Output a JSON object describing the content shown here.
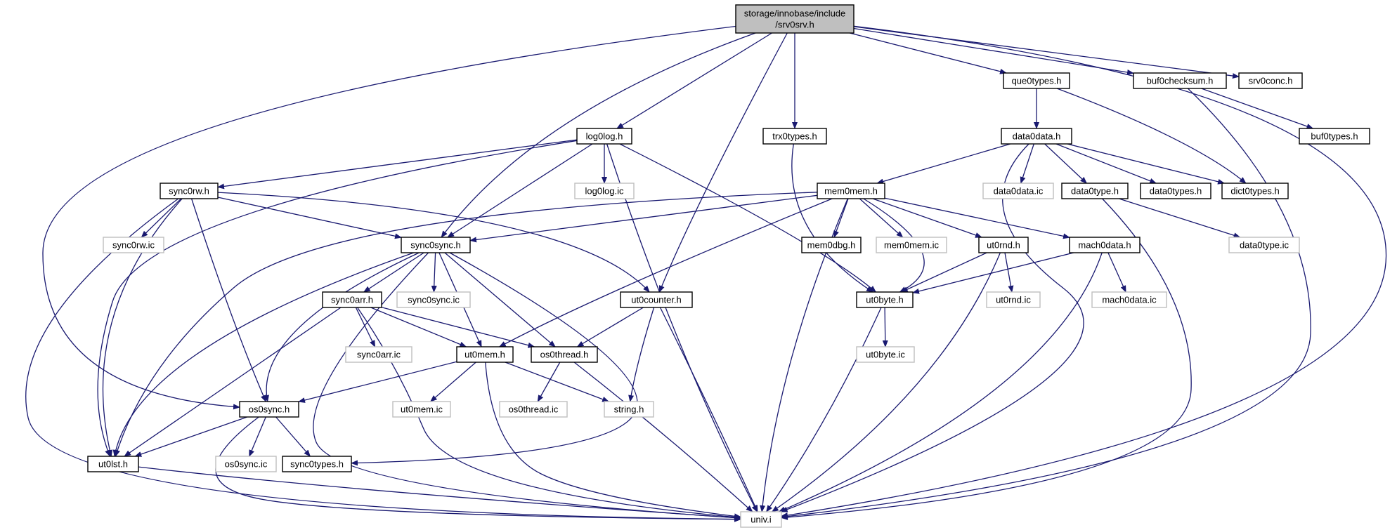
{
  "graph": {
    "colors": {
      "edge": "#191970",
      "root_fill": "#bfbfbf",
      "border_header": "#000000",
      "border_impl": "#bfbfbf",
      "text": "#000000"
    },
    "nodes": [
      {
        "id": "srv0srv",
        "lines": [
          "storage/innobase/include",
          "/srv0srv.h"
        ],
        "kind": "root"
      },
      {
        "id": "log0log",
        "lines": [
          "log0log.h"
        ],
        "kind": "header"
      },
      {
        "id": "trx0types",
        "lines": [
          "trx0types.h"
        ],
        "kind": "header"
      },
      {
        "id": "que0types",
        "lines": [
          "que0types.h"
        ],
        "kind": "header"
      },
      {
        "id": "buf0checksum",
        "lines": [
          "buf0checksum.h"
        ],
        "kind": "header"
      },
      {
        "id": "srv0conc",
        "lines": [
          "srv0conc.h"
        ],
        "kind": "header"
      },
      {
        "id": "data0data",
        "lines": [
          "data0data.h"
        ],
        "kind": "header"
      },
      {
        "id": "buf0types",
        "lines": [
          "buf0types.h"
        ],
        "kind": "header"
      },
      {
        "id": "sync0rw",
        "lines": [
          "sync0rw.h"
        ],
        "kind": "header"
      },
      {
        "id": "log0log_ic",
        "lines": [
          "log0log.ic"
        ],
        "kind": "impl"
      },
      {
        "id": "mem0mem",
        "lines": [
          "mem0mem.h"
        ],
        "kind": "header"
      },
      {
        "id": "data0data_ic",
        "lines": [
          "data0data.ic"
        ],
        "kind": "impl"
      },
      {
        "id": "data0type",
        "lines": [
          "data0type.h"
        ],
        "kind": "header"
      },
      {
        "id": "data0types",
        "lines": [
          "data0types.h"
        ],
        "kind": "header"
      },
      {
        "id": "dict0types",
        "lines": [
          "dict0types.h"
        ],
        "kind": "header"
      },
      {
        "id": "sync0rw_ic",
        "lines": [
          "sync0rw.ic"
        ],
        "kind": "impl"
      },
      {
        "id": "sync0sync",
        "lines": [
          "sync0sync.h"
        ],
        "kind": "header"
      },
      {
        "id": "mem0dbg",
        "lines": [
          "mem0dbg.h"
        ],
        "kind": "header"
      },
      {
        "id": "mem0mem_ic",
        "lines": [
          "mem0mem.ic"
        ],
        "kind": "impl"
      },
      {
        "id": "ut0rnd",
        "lines": [
          "ut0rnd.h"
        ],
        "kind": "header"
      },
      {
        "id": "mach0data",
        "lines": [
          "mach0data.h"
        ],
        "kind": "header"
      },
      {
        "id": "data0type_ic",
        "lines": [
          "data0type.ic"
        ],
        "kind": "impl"
      },
      {
        "id": "sync0arr",
        "lines": [
          "sync0arr.h"
        ],
        "kind": "header"
      },
      {
        "id": "sync0sync_ic",
        "lines": [
          "sync0sync.ic"
        ],
        "kind": "impl"
      },
      {
        "id": "ut0counter",
        "lines": [
          "ut0counter.h"
        ],
        "kind": "header"
      },
      {
        "id": "ut0byte",
        "lines": [
          "ut0byte.h"
        ],
        "kind": "header"
      },
      {
        "id": "ut0rnd_ic",
        "lines": [
          "ut0rnd.ic"
        ],
        "kind": "impl"
      },
      {
        "id": "mach0data_ic",
        "lines": [
          "mach0data.ic"
        ],
        "kind": "impl"
      },
      {
        "id": "sync0arr_ic",
        "lines": [
          "sync0arr.ic"
        ],
        "kind": "impl"
      },
      {
        "id": "ut0mem",
        "lines": [
          "ut0mem.h"
        ],
        "kind": "header"
      },
      {
        "id": "os0thread",
        "lines": [
          "os0thread.h"
        ],
        "kind": "header"
      },
      {
        "id": "ut0byte_ic",
        "lines": [
          "ut0byte.ic"
        ],
        "kind": "impl"
      },
      {
        "id": "os0sync",
        "lines": [
          "os0sync.h"
        ],
        "kind": "header"
      },
      {
        "id": "ut0mem_ic",
        "lines": [
          "ut0mem.ic"
        ],
        "kind": "impl"
      },
      {
        "id": "os0thread_ic",
        "lines": [
          "os0thread.ic"
        ],
        "kind": "impl"
      },
      {
        "id": "string",
        "lines": [
          "string.h"
        ],
        "kind": "impl"
      },
      {
        "id": "ut0lst",
        "lines": [
          "ut0lst.h"
        ],
        "kind": "header"
      },
      {
        "id": "os0sync_ic",
        "lines": [
          "os0sync.ic"
        ],
        "kind": "impl"
      },
      {
        "id": "sync0types",
        "lines": [
          "sync0types.h"
        ],
        "kind": "header"
      },
      {
        "id": "univ",
        "lines": [
          "univ.i"
        ],
        "kind": "impl"
      }
    ],
    "edges": [
      [
        "srv0srv",
        "log0log"
      ],
      [
        "srv0srv",
        "trx0types"
      ],
      [
        "srv0srv",
        "que0types"
      ],
      [
        "srv0srv",
        "buf0checksum"
      ],
      [
        "srv0srv",
        "srv0conc"
      ],
      [
        "srv0srv",
        "sync0sync"
      ],
      [
        "srv0srv",
        "ut0counter"
      ],
      [
        "srv0srv",
        "os0sync"
      ],
      [
        "srv0srv",
        "univ"
      ],
      [
        "que0types",
        "data0data"
      ],
      [
        "que0types",
        "dict0types"
      ],
      [
        "buf0checksum",
        "buf0types"
      ],
      [
        "buf0checksum",
        "univ"
      ],
      [
        "data0data",
        "mem0mem"
      ],
      [
        "data0data",
        "data0data_ic"
      ],
      [
        "data0data",
        "data0type"
      ],
      [
        "data0data",
        "data0types"
      ],
      [
        "data0data",
        "dict0types"
      ],
      [
        "data0data",
        "univ"
      ],
      [
        "data0type",
        "data0type_ic"
      ],
      [
        "data0type",
        "univ"
      ],
      [
        "log0log",
        "sync0rw"
      ],
      [
        "log0log",
        "log0log_ic"
      ],
      [
        "log0log",
        "sync0sync"
      ],
      [
        "log0log",
        "ut0lst"
      ],
      [
        "log0log",
        "univ"
      ],
      [
        "log0log",
        "ut0byte"
      ],
      [
        "trx0types",
        "ut0byte"
      ],
      [
        "sync0rw",
        "sync0rw_ic"
      ],
      [
        "sync0rw",
        "sync0sync"
      ],
      [
        "sync0rw",
        "ut0counter"
      ],
      [
        "sync0rw",
        "os0sync"
      ],
      [
        "sync0rw",
        "ut0lst"
      ],
      [
        "sync0rw",
        "univ"
      ],
      [
        "mem0mem",
        "sync0sync"
      ],
      [
        "mem0mem",
        "mem0dbg"
      ],
      [
        "mem0mem",
        "mem0mem_ic"
      ],
      [
        "mem0mem",
        "ut0rnd"
      ],
      [
        "mem0mem",
        "mach0data"
      ],
      [
        "mem0mem",
        "ut0mem"
      ],
      [
        "mem0mem",
        "ut0byte"
      ],
      [
        "mem0mem",
        "ut0lst"
      ],
      [
        "mem0mem",
        "univ"
      ],
      [
        "ut0rnd",
        "ut0rnd_ic"
      ],
      [
        "ut0rnd",
        "ut0byte"
      ],
      [
        "ut0rnd",
        "univ"
      ],
      [
        "mach0data",
        "mach0data_ic"
      ],
      [
        "mach0data",
        "ut0byte"
      ],
      [
        "mach0data",
        "univ"
      ],
      [
        "sync0sync",
        "sync0arr"
      ],
      [
        "sync0sync",
        "sync0sync_ic"
      ],
      [
        "sync0sync",
        "ut0mem"
      ],
      [
        "sync0sync",
        "os0thread"
      ],
      [
        "sync0sync",
        "os0sync"
      ],
      [
        "sync0sync",
        "ut0lst"
      ],
      [
        "sync0sync",
        "sync0types"
      ],
      [
        "sync0sync",
        "univ"
      ],
      [
        "sync0arr",
        "sync0arr_ic"
      ],
      [
        "sync0arr",
        "ut0mem"
      ],
      [
        "sync0arr",
        "os0thread"
      ],
      [
        "sync0arr",
        "ut0lst"
      ],
      [
        "sync0arr",
        "univ"
      ],
      [
        "ut0counter",
        "os0thread"
      ],
      [
        "ut0counter",
        "string"
      ],
      [
        "ut0counter",
        "univ"
      ],
      [
        "ut0byte",
        "ut0byte_ic"
      ],
      [
        "ut0byte",
        "univ"
      ],
      [
        "ut0mem",
        "os0sync"
      ],
      [
        "ut0mem",
        "ut0mem_ic"
      ],
      [
        "ut0mem",
        "string"
      ],
      [
        "ut0mem",
        "univ"
      ],
      [
        "os0thread",
        "os0thread_ic"
      ],
      [
        "os0thread",
        "univ"
      ],
      [
        "os0sync",
        "os0sync_ic"
      ],
      [
        "os0sync",
        "sync0types"
      ],
      [
        "os0sync",
        "ut0lst"
      ],
      [
        "os0sync",
        "univ"
      ],
      [
        "ut0lst",
        "univ"
      ]
    ]
  }
}
